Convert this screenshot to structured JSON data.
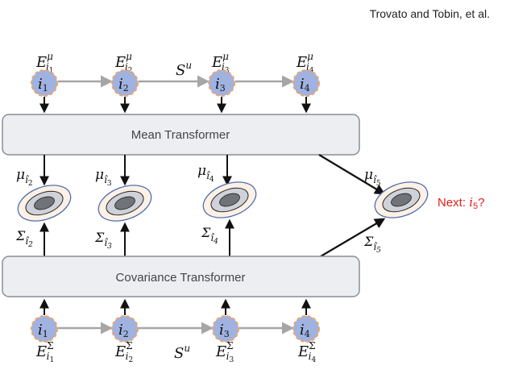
{
  "header": {
    "running_head": "Trovato and Tobin, et al."
  },
  "colors": {
    "node_fill": "#9fb2e0",
    "node_border": "#f4a460",
    "transformer_fill": "#eceef1",
    "transformer_border": "#8a8f96",
    "arrow_gray": "#a6a6a6",
    "arrow_black": "#111111",
    "ellipse_outer": "#fdf1e6",
    "ellipse_mid": "#cfd2d8",
    "ellipse_inner": "#707378",
    "next_label": "#e0201b"
  },
  "mean_transformer": {
    "label": "Mean Transformer"
  },
  "covariance_transformer": {
    "label": "Covariance Transformer"
  },
  "sequence_symbol": {
    "top": "S",
    "top_sup": "u",
    "bottom": "S",
    "bottom_sup": "u"
  },
  "items": [
    {
      "base": "i",
      "sub": "1"
    },
    {
      "base": "i",
      "sub": "2"
    },
    {
      "base": "i",
      "sub": "3"
    },
    {
      "base": "i",
      "sub": "4"
    }
  ],
  "top_embeddings": [
    {
      "base": "E",
      "sup": "μ",
      "sub": "i",
      "subsub": "1"
    },
    {
      "base": "E",
      "sup": "μ",
      "sub": "i",
      "subsub": "2"
    },
    {
      "base": "E",
      "sup": "μ",
      "sub": "i",
      "subsub": "3"
    },
    {
      "base": "E",
      "sup": "μ",
      "sub": "i",
      "subsub": "4"
    }
  ],
  "bottom_embeddings": [
    {
      "base": "E",
      "sup": "Σ",
      "sub": "i",
      "subsub": "1"
    },
    {
      "base": "E",
      "sup": "Σ",
      "sub": "i",
      "subsub": "2"
    },
    {
      "base": "E",
      "sup": "Σ",
      "sub": "i",
      "subsub": "3"
    },
    {
      "base": "E",
      "sup": "Σ",
      "sub": "i",
      "subsub": "4"
    }
  ],
  "means": [
    {
      "base": "μ",
      "sub": "î",
      "subsub": "2"
    },
    {
      "base": "μ",
      "sub": "î",
      "subsub": "3"
    },
    {
      "base": "μ",
      "sub": "î",
      "subsub": "4"
    },
    {
      "base": "μ",
      "sub": "î",
      "subsub": "5"
    }
  ],
  "covariances": [
    {
      "base": "Σ",
      "sub": "î",
      "subsub": "2"
    },
    {
      "base": "Σ",
      "sub": "î",
      "subsub": "3"
    },
    {
      "base": "Σ",
      "sub": "î",
      "subsub": "4"
    },
    {
      "base": "Σ",
      "sub": "î",
      "subsub": "5"
    }
  ],
  "next_prediction": {
    "text": "Next: ",
    "var": "i",
    "sub": "5",
    "suffix": "?"
  }
}
